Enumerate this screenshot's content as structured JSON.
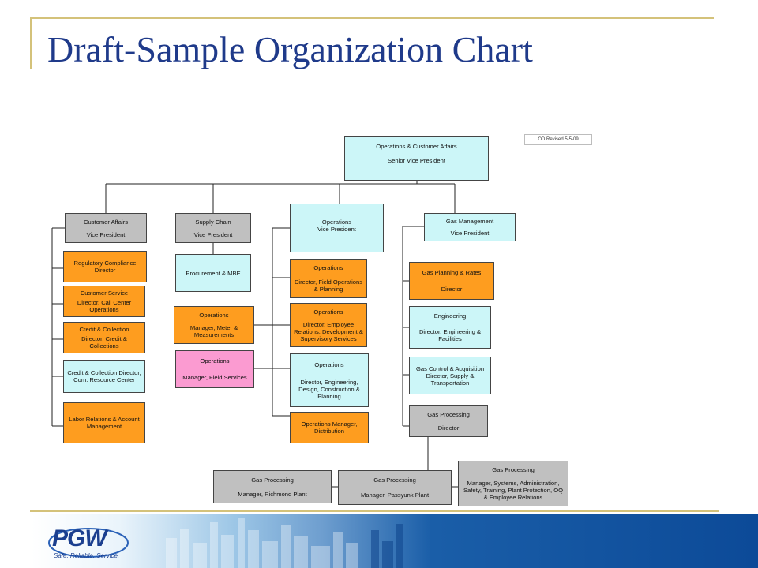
{
  "title": "Draft-Sample Organization Chart",
  "revised_note": "OD Revised 5-5-09",
  "colors": {
    "title": "#1f3a8a",
    "cyan": "#ccf6f8",
    "orange": "#fe9d1f",
    "gray": "#c0c0c0",
    "pink": "#fb9bd1",
    "frame": "#d4c27a"
  },
  "boxes": {
    "svp": [
      "Operations & Customer Affairs",
      "Senior Vice President"
    ],
    "customer_vp": [
      "Customer Affairs",
      "Vice President"
    ],
    "regulatory": [
      "Regulatory Compliance Director"
    ],
    "customer_service": [
      "Customer Service",
      "Director, Call Center Operations"
    ],
    "credit_director": [
      "Credit & Collection",
      "Director, Credit & Collections"
    ],
    "credit_resource": [
      "Credit & Collection Director, Com. Resource Center"
    ],
    "labor": [
      "Labor Relations & Account Management"
    ],
    "supply_vp": [
      "Supply Chain",
      "Vice President"
    ],
    "procurement": [
      "Procurement & MBE"
    ],
    "meter": [
      "Operations",
      "Manager, Meter & Measurements"
    ],
    "field_services": [
      "Operations",
      "Manager, Field Services"
    ],
    "ops_vp": [
      "Operations",
      "Vice President"
    ],
    "field_ops": [
      "Operations",
      "Director, Field Operations & Planning"
    ],
    "employee_rel": [
      "Operations",
      "Director, Employee Relations, Development & Supervisory Services"
    ],
    "engineering_ops": [
      "Operations",
      "Director, Engineering, Design, Construction & Planning"
    ],
    "distribution": [
      "Operations Manager, Distribution"
    ],
    "gas_vp": [
      "Gas Management",
      "Vice President"
    ],
    "gas_planning": [
      "Gas Planning & Rates",
      "Director"
    ],
    "engineering_gas": [
      "Engineering",
      "Director, Engineering & Facilities"
    ],
    "gas_control": [
      "Gas Control & Acquisition Director, Supply & Transportation"
    ],
    "gas_processing_dir": [
      "Gas Processing",
      "Director"
    ],
    "richmond": [
      "Gas Processing",
      "Manager, Richmond Plant"
    ],
    "passyunk": [
      "Gas Processing",
      "Manager, Passyunk Plant"
    ],
    "systems": [
      "Gas Processing",
      "Manager, Systems, Administration, Safety, Training, Plant Protection, OQ & Employee Relations"
    ]
  },
  "footer": {
    "logo_text": "PGW",
    "tagline": "Safe. Reliable. Service."
  }
}
